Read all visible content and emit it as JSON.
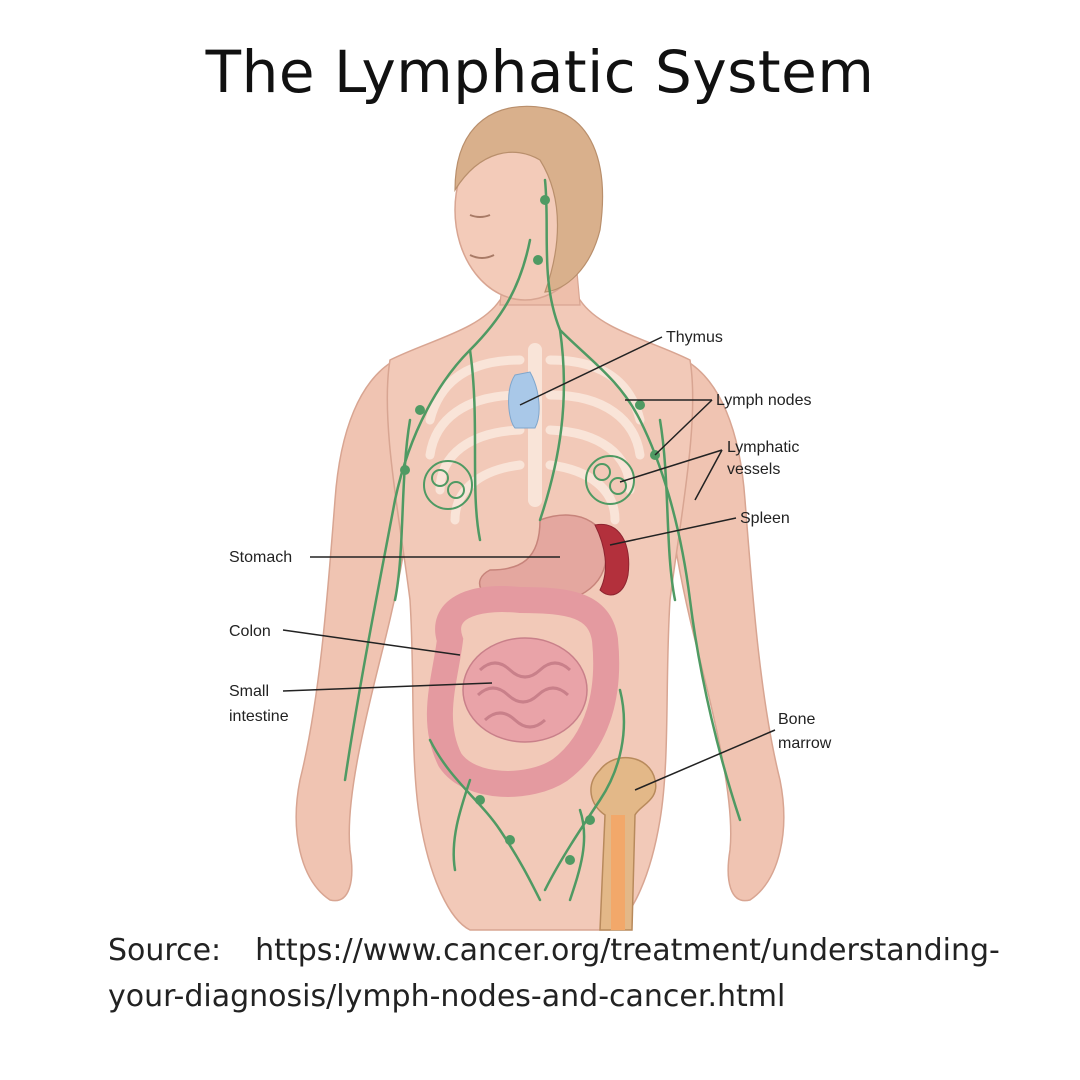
{
  "title": "The Lymphatic System",
  "labels": {
    "thymus": "Thymus",
    "lymph_nodes": "Lymph nodes",
    "lymphatic_vessels": [
      "Lymphatic",
      "vessels"
    ],
    "spleen": "Spleen",
    "stomach": "Stomach",
    "colon": "Colon",
    "small_intestine": [
      "Small",
      "intestine"
    ],
    "bone_marrow": [
      "Bone",
      "marrow"
    ]
  },
  "source": {
    "label": "Source:",
    "url_line1": "https://www.cancer.org/treatment/understanding-",
    "url_line2": "your-diagnosis/lymph-nodes-and-cancer.html"
  },
  "colors": {
    "skin": "#f2c9b8",
    "hair": "#d9b08c",
    "lymph": "#4f9a63",
    "thymus": "#a9c8e8",
    "spleen": "#b3303c",
    "intestine": "#e9a3a8",
    "bone": "#e3b888"
  }
}
